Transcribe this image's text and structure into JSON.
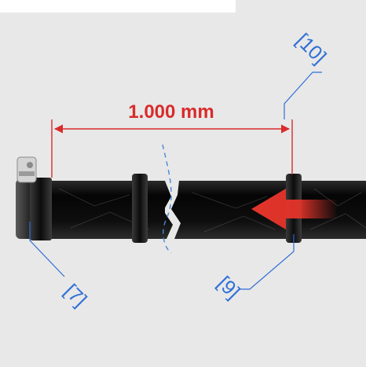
{
  "dimension": {
    "label": "1.000 mm"
  },
  "callouts": {
    "c10": "[10]",
    "c9": "[9]",
    "c7": "[7]"
  },
  "colors": {
    "background_panel": "#e8e8e8",
    "dimension_red": "#d92b2b",
    "callout_blue": "#2f6fd6",
    "hose_black": "#121212",
    "flow_arrow": "#e3342a"
  },
  "icons": {
    "flow_direction": "arrow-left-icon",
    "break_marker": "break-line-icon"
  }
}
